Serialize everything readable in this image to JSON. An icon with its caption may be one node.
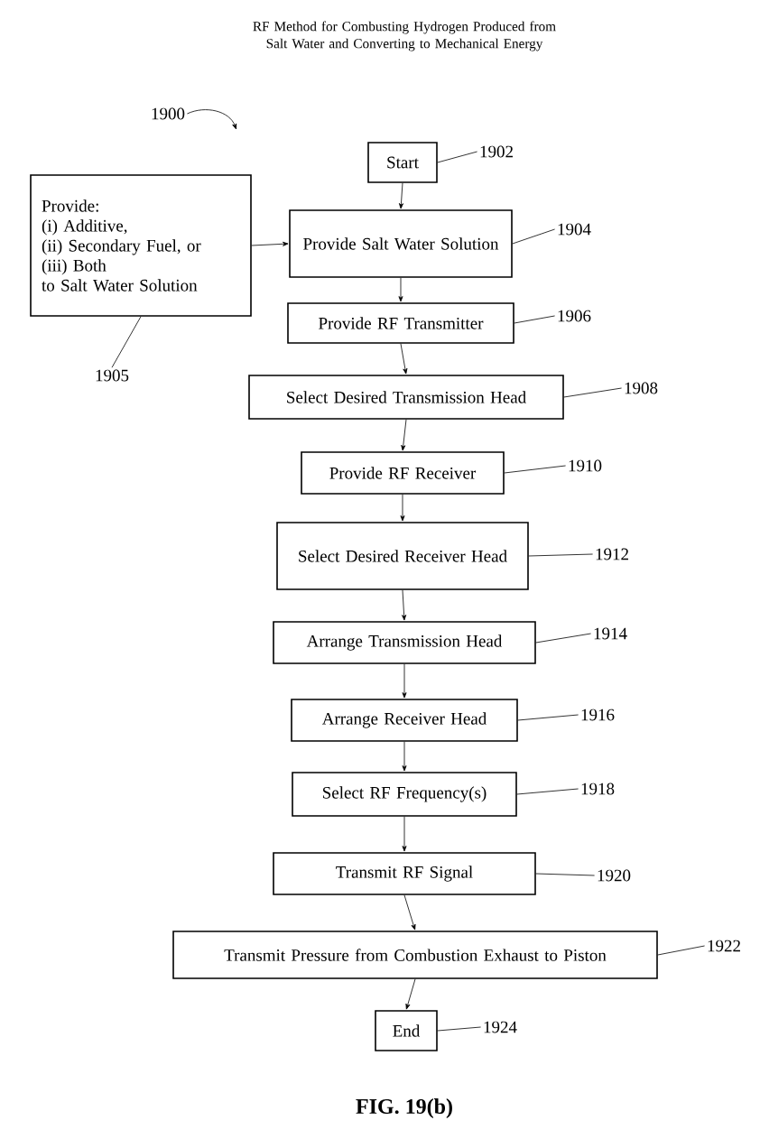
{
  "diagram": {
    "title": "RF Method for Combusting Hydrogen Produced from Salt Water and Converting to Mechanical Energy",
    "caption": "FIG. 19(b)",
    "nodes": [
      {
        "text": [
          "1900"
        ]
      },
      {
        "text": [
          "Start"
        ]
      },
      {
        "text": [
          "1902"
        ]
      },
      {
        "text": [
          "Provide:",
          "(i) Additive,",
          "(ii) Secondary Fuel, or",
          "(iii) Both",
          "to Salt Water Solution"
        ]
      },
      {
        "text": [
          "Provide Salt Water Solution"
        ]
      },
      {
        "text": [
          "1904"
        ]
      },
      {
        "text": [
          "1905"
        ]
      },
      {
        "text": [
          "Provide RF Transmitter"
        ]
      },
      {
        "text": [
          "1906"
        ]
      },
      {
        "text": [
          "Select Desired Transmission Head"
        ]
      },
      {
        "text": [
          "1908"
        ]
      },
      {
        "text": [
          "Provide RF Receiver"
        ]
      },
      {
        "text": [
          "1910"
        ]
      },
      {
        "text": [
          "Select Desired Receiver Head"
        ]
      },
      {
        "text": [
          "1912"
        ]
      },
      {
        "text": [
          "Arrange Transmission Head"
        ]
      },
      {
        "text": [
          "1914"
        ]
      },
      {
        "text": [
          "Arrange Receiver Head"
        ]
      },
      {
        "text": [
          "1916"
        ]
      },
      {
        "text": [
          "Select RF Frequency(s)"
        ]
      },
      {
        "text": [
          "1918"
        ]
      },
      {
        "text": [
          "Transmit RF Signal"
        ]
      },
      {
        "text": [
          "1920"
        ]
      },
      {
        "text": [
          "Transmit Pressure from Combustion Exhaust to Piston"
        ]
      },
      {
        "text": [
          "1922"
        ]
      },
      {
        "text": [
          "End"
        ]
      },
      {
        "text": [
          "1924"
        ]
      }
    ],
    "edges": [
      {
        "from": 0,
        "to": null,
        "arrow": "to"
      },
      {
        "from": 1,
        "to": 4,
        "arrow": "to"
      },
      {
        "from": 3,
        "to": 4,
        "arrow": "to"
      },
      {
        "from": 4,
        "to": 7,
        "arrow": "to"
      },
      {
        "from": 7,
        "to": 9,
        "arrow": "to"
      },
      {
        "from": 9,
        "to": 11,
        "arrow": "to"
      },
      {
        "from": 11,
        "to": 13,
        "arrow": "to"
      },
      {
        "from": 13,
        "to": 15,
        "arrow": "to"
      },
      {
        "from": 15,
        "to": 17,
        "arrow": "to"
      },
      {
        "from": 17,
        "to": 19,
        "arrow": "to"
      },
      {
        "from": 19,
        "to": 21,
        "arrow": "to"
      },
      {
        "from": 21,
        "to": 23,
        "arrow": "to"
      },
      {
        "from": 23,
        "to": 25,
        "arrow": "to"
      },
      {
        "from": 2,
        "to": 1,
        "arrow": "none"
      },
      {
        "from": 5,
        "to": 4,
        "arrow": "none"
      },
      {
        "from": 6,
        "to": 3,
        "arrow": "none"
      },
      {
        "from": 8,
        "to": 7,
        "arrow": "none"
      },
      {
        "from": 10,
        "to": 9,
        "arrow": "none"
      },
      {
        "from": 12,
        "to": 11,
        "arrow": "none"
      },
      {
        "from": 14,
        "to": 13,
        "arrow": "none"
      },
      {
        "from": 16,
        "to": 15,
        "arrow": "none"
      },
      {
        "from": 18,
        "to": 17,
        "arrow": "none"
      },
      {
        "from": 20,
        "to": 19,
        "arrow": "none"
      },
      {
        "from": 22,
        "to": 21,
        "arrow": "none"
      },
      {
        "from": 24,
        "to": 23,
        "arrow": "none"
      },
      {
        "from": 26,
        "to": 25,
        "arrow": "none"
      }
    ]
  }
}
